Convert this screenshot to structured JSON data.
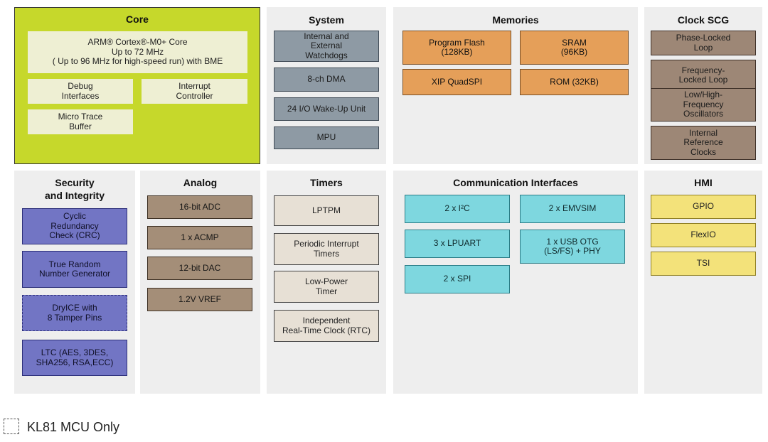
{
  "panels": {
    "core": {
      "title": "Core",
      "cpu": "ARM® Cortex®-M0+ Core\nUp to 72 MHz\n( Up to 96 MHz for high-speed run) with BME",
      "debug": "Debug\nInterfaces",
      "interrupt": "Interrupt\nController",
      "trace": "Micro Trace\nBuffer"
    },
    "system": {
      "title": "System",
      "items": [
        "Internal and\nExternal\nWatchdogs",
        "8-ch DMA",
        "24 I/O Wake-Up Unit",
        "MPU"
      ]
    },
    "memories": {
      "title": "Memories",
      "items": [
        "Program Flash\n(128KB)",
        "SRAM\n(96KB)",
        "XIP QuadSPI",
        "ROM (32KB)"
      ]
    },
    "clock": {
      "title": "Clock SCG",
      "items": [
        "Phase-Locked\nLoop",
        "Frequency-\nLocked Loop",
        "Low/High-\nFrequency\nOscillators",
        "Internal\nReference\nClocks"
      ]
    },
    "security": {
      "title": "Security\nand Integrity",
      "items": [
        "Cyclic\nRedundancy\nCheck (CRC)",
        "True Random\nNumber Generator",
        "DryICE with\n8 Tamper Pins",
        "LTC (AES, 3DES,\nSHA256, RSA,ECC)"
      ]
    },
    "analog": {
      "title": "Analog",
      "items": [
        "16-bit ADC",
        "1 x ACMP",
        "12-bit DAC",
        "1.2V VREF"
      ]
    },
    "timers": {
      "title": "Timers",
      "items": [
        "LPTPM",
        "Periodic Interrupt\nTimers",
        "Low-Power\nTimer",
        "Independent\nReal-Time Clock (RTC)"
      ]
    },
    "communication": {
      "title": "Communication Interfaces",
      "items": [
        "2 x I²C",
        "2 x EMVSIM",
        "3 x LPUART",
        "1 x USB OTG\n(LS/FS) + PHY",
        "2 x SPI"
      ]
    },
    "hmi": {
      "title": "HMI",
      "items": [
        "GPIO",
        "FlexIO",
        "TSI"
      ]
    }
  },
  "legend": {
    "label": "KL81 MCU Only"
  },
  "colors": {
    "core": "#c6d82b",
    "system": "#8e9aa4",
    "memories": "#e59f59",
    "clock": "#9d8776",
    "security": "#7275c4",
    "analog": "#a48e78",
    "timers": "#e7e0d5",
    "communication": "#7ed7df",
    "hmi": "#f3e27a"
  }
}
